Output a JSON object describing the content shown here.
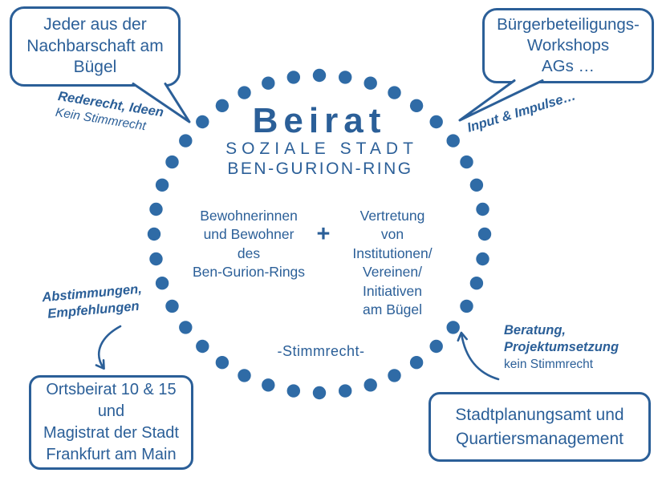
{
  "colors": {
    "accent": "#2b5f98",
    "dot": "#2f6ba6"
  },
  "ring": {
    "title": "Beirat",
    "subtitle": "SOZIALE STADT",
    "subtitle2": "BEN-GURION-RING",
    "member_left": "Bewohnerinnen\nund Bewohner\ndes\nBen-Gurion-Rings",
    "plus": "+",
    "member_right": "Vertretung\nvon\nInstitutionen/\nVereinen/\nInitiativen\nam Bügel",
    "voting_note": "-Stimmrecht-"
  },
  "bubbles": {
    "neighborhood": "Jeder aus der\nNachbarschaft am\nBügel",
    "workshops": "Bürgerbeteiligungs-\nWorkshops\nAGs …"
  },
  "boxes": {
    "city": "Ortsbeirat 10 & 15\nund\nMagistrat der Stadt\nFrankfurt am Main",
    "planning": "Stadtplanungsamt und\nQuartiersmanagement"
  },
  "annotations": {
    "neighborhood_bold": "Rederecht, Ideen",
    "neighborhood_note": "Kein Stimmrecht",
    "workshops_bold": "Input & Impulse…",
    "city_bold": "Abstimmungen,\nEmpfehlungen",
    "planning_bold": "Beratung,\nProjektumsetzung",
    "planning_note": "kein Stimmrecht"
  }
}
